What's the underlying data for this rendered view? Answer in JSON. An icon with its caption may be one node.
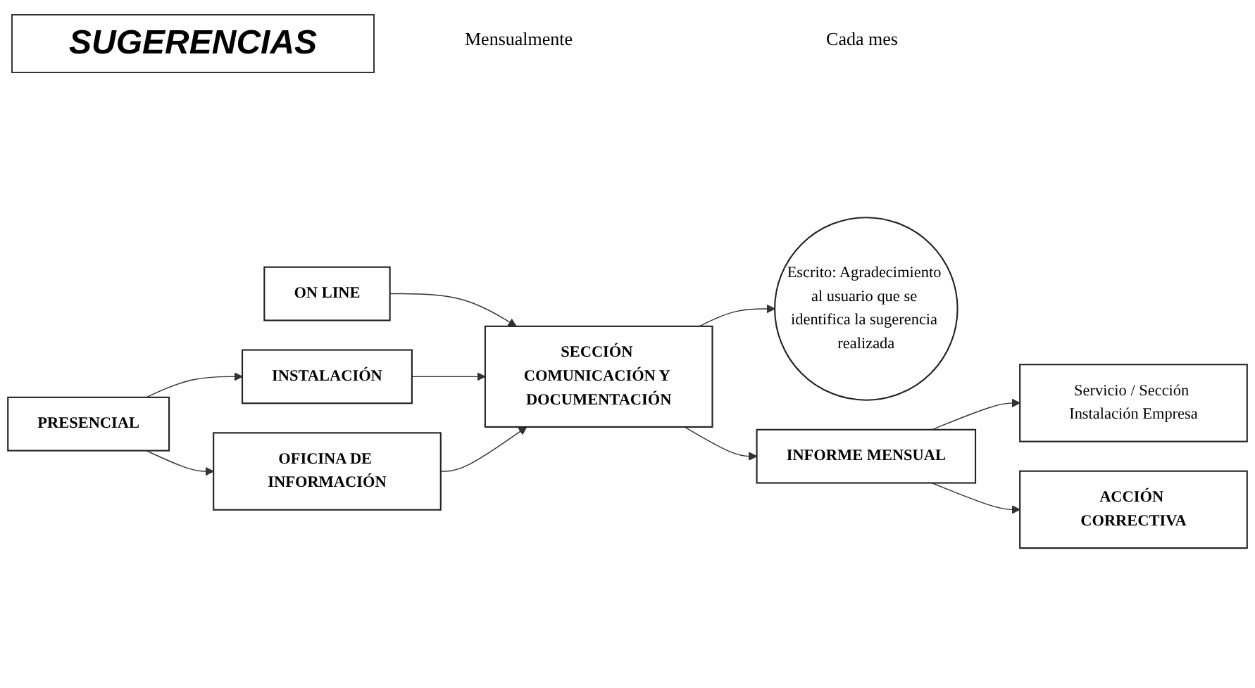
{
  "diagram": {
    "title": "SUGERENCIAS",
    "nodes": [
      {
        "text": [
          "ON LINE"
        ]
      },
      {
        "text": [
          "PRESENCIAL"
        ]
      },
      {
        "text": [
          "INSTALACIÓN"
        ]
      },
      {
        "text": [
          "OFICINA DE INFORMACIÓN"
        ]
      },
      {
        "text": [
          "SECCIÓN COMUNICACIÓN Y DOCUMENTACIÓN"
        ]
      },
      {
        "text": [
          "Escrito: Agradecimiento al usuario que se identifica la sugerencia realizada"
        ]
      },
      {
        "text": [
          "INFORME MENSUAL"
        ]
      },
      {
        "text": [
          "Servicio / Sección Instalación Empresa"
        ]
      },
      {
        "text": [
          "ACCIÓN CORRECTIVA"
        ]
      }
    ],
    "edges": [
      {
        "from": 0,
        "to": 4,
        "arrow": "to"
      },
      {
        "from": 1,
        "to": 2,
        "arrow": "to"
      },
      {
        "from": 1,
        "to": 3,
        "arrow": "to"
      },
      {
        "from": 2,
        "to": 4,
        "arrow": "to"
      },
      {
        "from": 3,
        "to": 4,
        "arrow": "to"
      },
      {
        "from": 4,
        "to": 5,
        "arrow": "to"
      },
      {
        "from": 4,
        "to": 6,
        "arrow": "to"
      },
      {
        "from": 6,
        "to": 7,
        "arrow": "to"
      },
      {
        "from": 6,
        "to": 8,
        "arrow": "to"
      }
    ],
    "labels": [
      "Mensualmente",
      "Cada mes"
    ]
  }
}
